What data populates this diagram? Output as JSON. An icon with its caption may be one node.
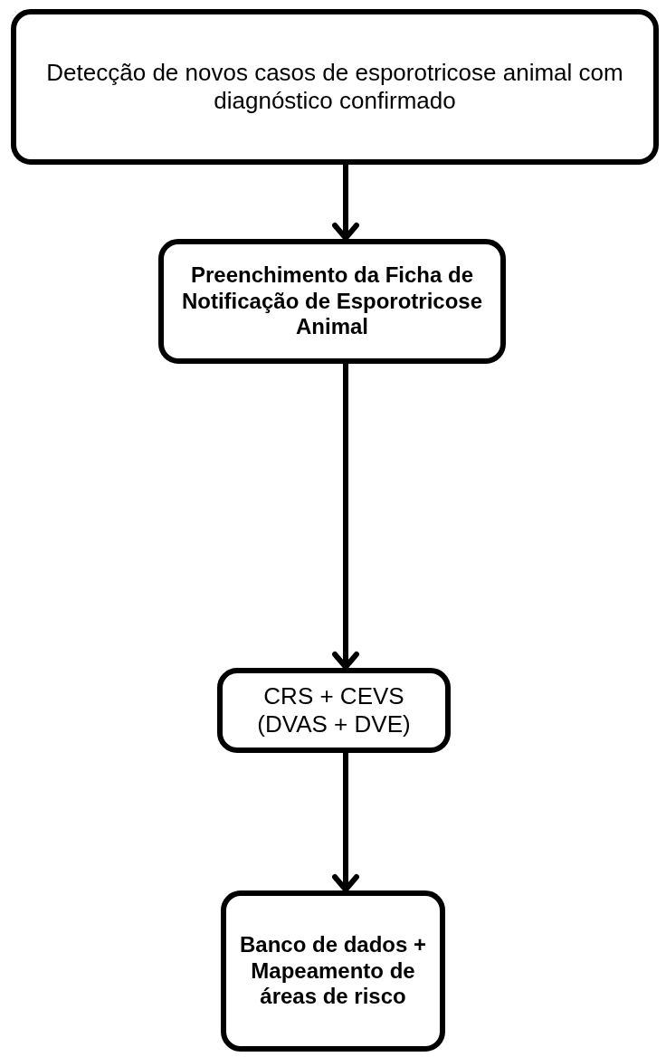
{
  "diagram": {
    "nodes": [
      {
        "text": [
          "Detecção de novos casos de esporotricose animal com diagnóstico confirmado"
        ]
      },
      {
        "text": [
          "Preenchimento da Ficha de Notificação de Esporotricose Animal"
        ]
      },
      {
        "text": [
          "CRS + CEVS (DVAS + DVE)"
        ]
      },
      {
        "text": [
          "Banco de dados + Mapeamento de áreas de risco"
        ]
      }
    ],
    "edges": [
      {
        "from": 0,
        "to": 1,
        "arrow": "to"
      },
      {
        "from": 1,
        "to": 2,
        "arrow": "to"
      },
      {
        "from": 2,
        "to": 3,
        "arrow": "to"
      }
    ]
  }
}
